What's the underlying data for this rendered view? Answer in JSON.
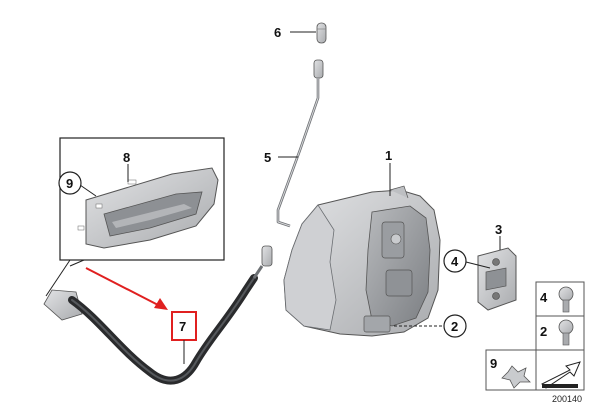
{
  "callouts": {
    "n1": "1",
    "n2": "2",
    "n3": "3",
    "n4": "4",
    "n5": "5",
    "n6": "6",
    "n7": "7",
    "n8": "8",
    "n9": "9"
  },
  "legend": {
    "n4": "4",
    "n2": "2",
    "n9": "9"
  },
  "diagram_id": "200140",
  "colors": {
    "highlight": "#e02020",
    "parts": "#c9cbce",
    "parts_dark": "#8d9094",
    "cable": "#2a2b2d"
  }
}
